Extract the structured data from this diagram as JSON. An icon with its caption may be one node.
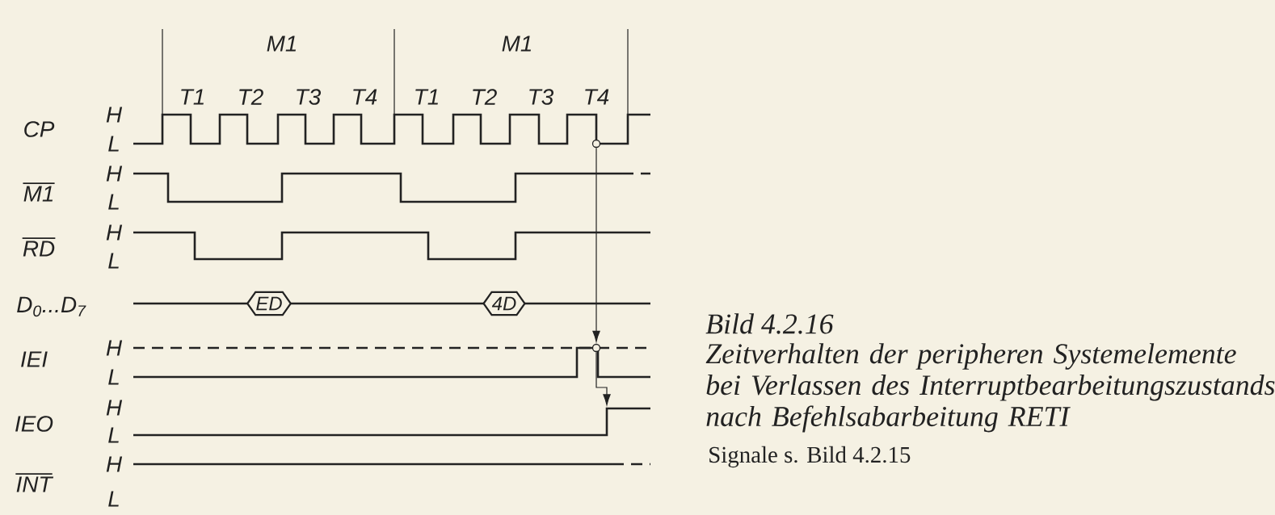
{
  "diagram": {
    "title": "Bild 4.2.16",
    "caption": "Zeitverhalten der peripheren Systemelemente bei Verlassen des Interruptbearbeitungszustands nach Befehlsabarbeitung RETI",
    "nodes": [
      {
        "text": [
          "ED"
        ]
      },
      {
        "text": [
          "4D"
        ]
      },
      {
        "text": [],
        "shape": "circle"
      },
      {
        "text": [],
        "shape": "circle"
      },
      {
        "text": [],
        "shape": "line"
      }
    ],
    "edges": [
      {
        "from": 2,
        "to": 3,
        "arrow": "to"
      },
      {
        "from": 3,
        "to": 4,
        "arrow": "to"
      }
    ],
    "labels": [
      "M1",
      "M1",
      "T1",
      "T2",
      "T3",
      "T4",
      "T1",
      "T2",
      "T3",
      "T4",
      "CP",
      "H",
      "L",
      "M1",
      "H",
      "L",
      "RD",
      "H",
      "L",
      "D$_{0}$...D$_{7}$",
      "IEI",
      "H",
      "L",
      "IEO",
      "H",
      "L",
      "INT",
      "H",
      "L",
      "Signale s. Bild 4.2.15"
    ]
  }
}
